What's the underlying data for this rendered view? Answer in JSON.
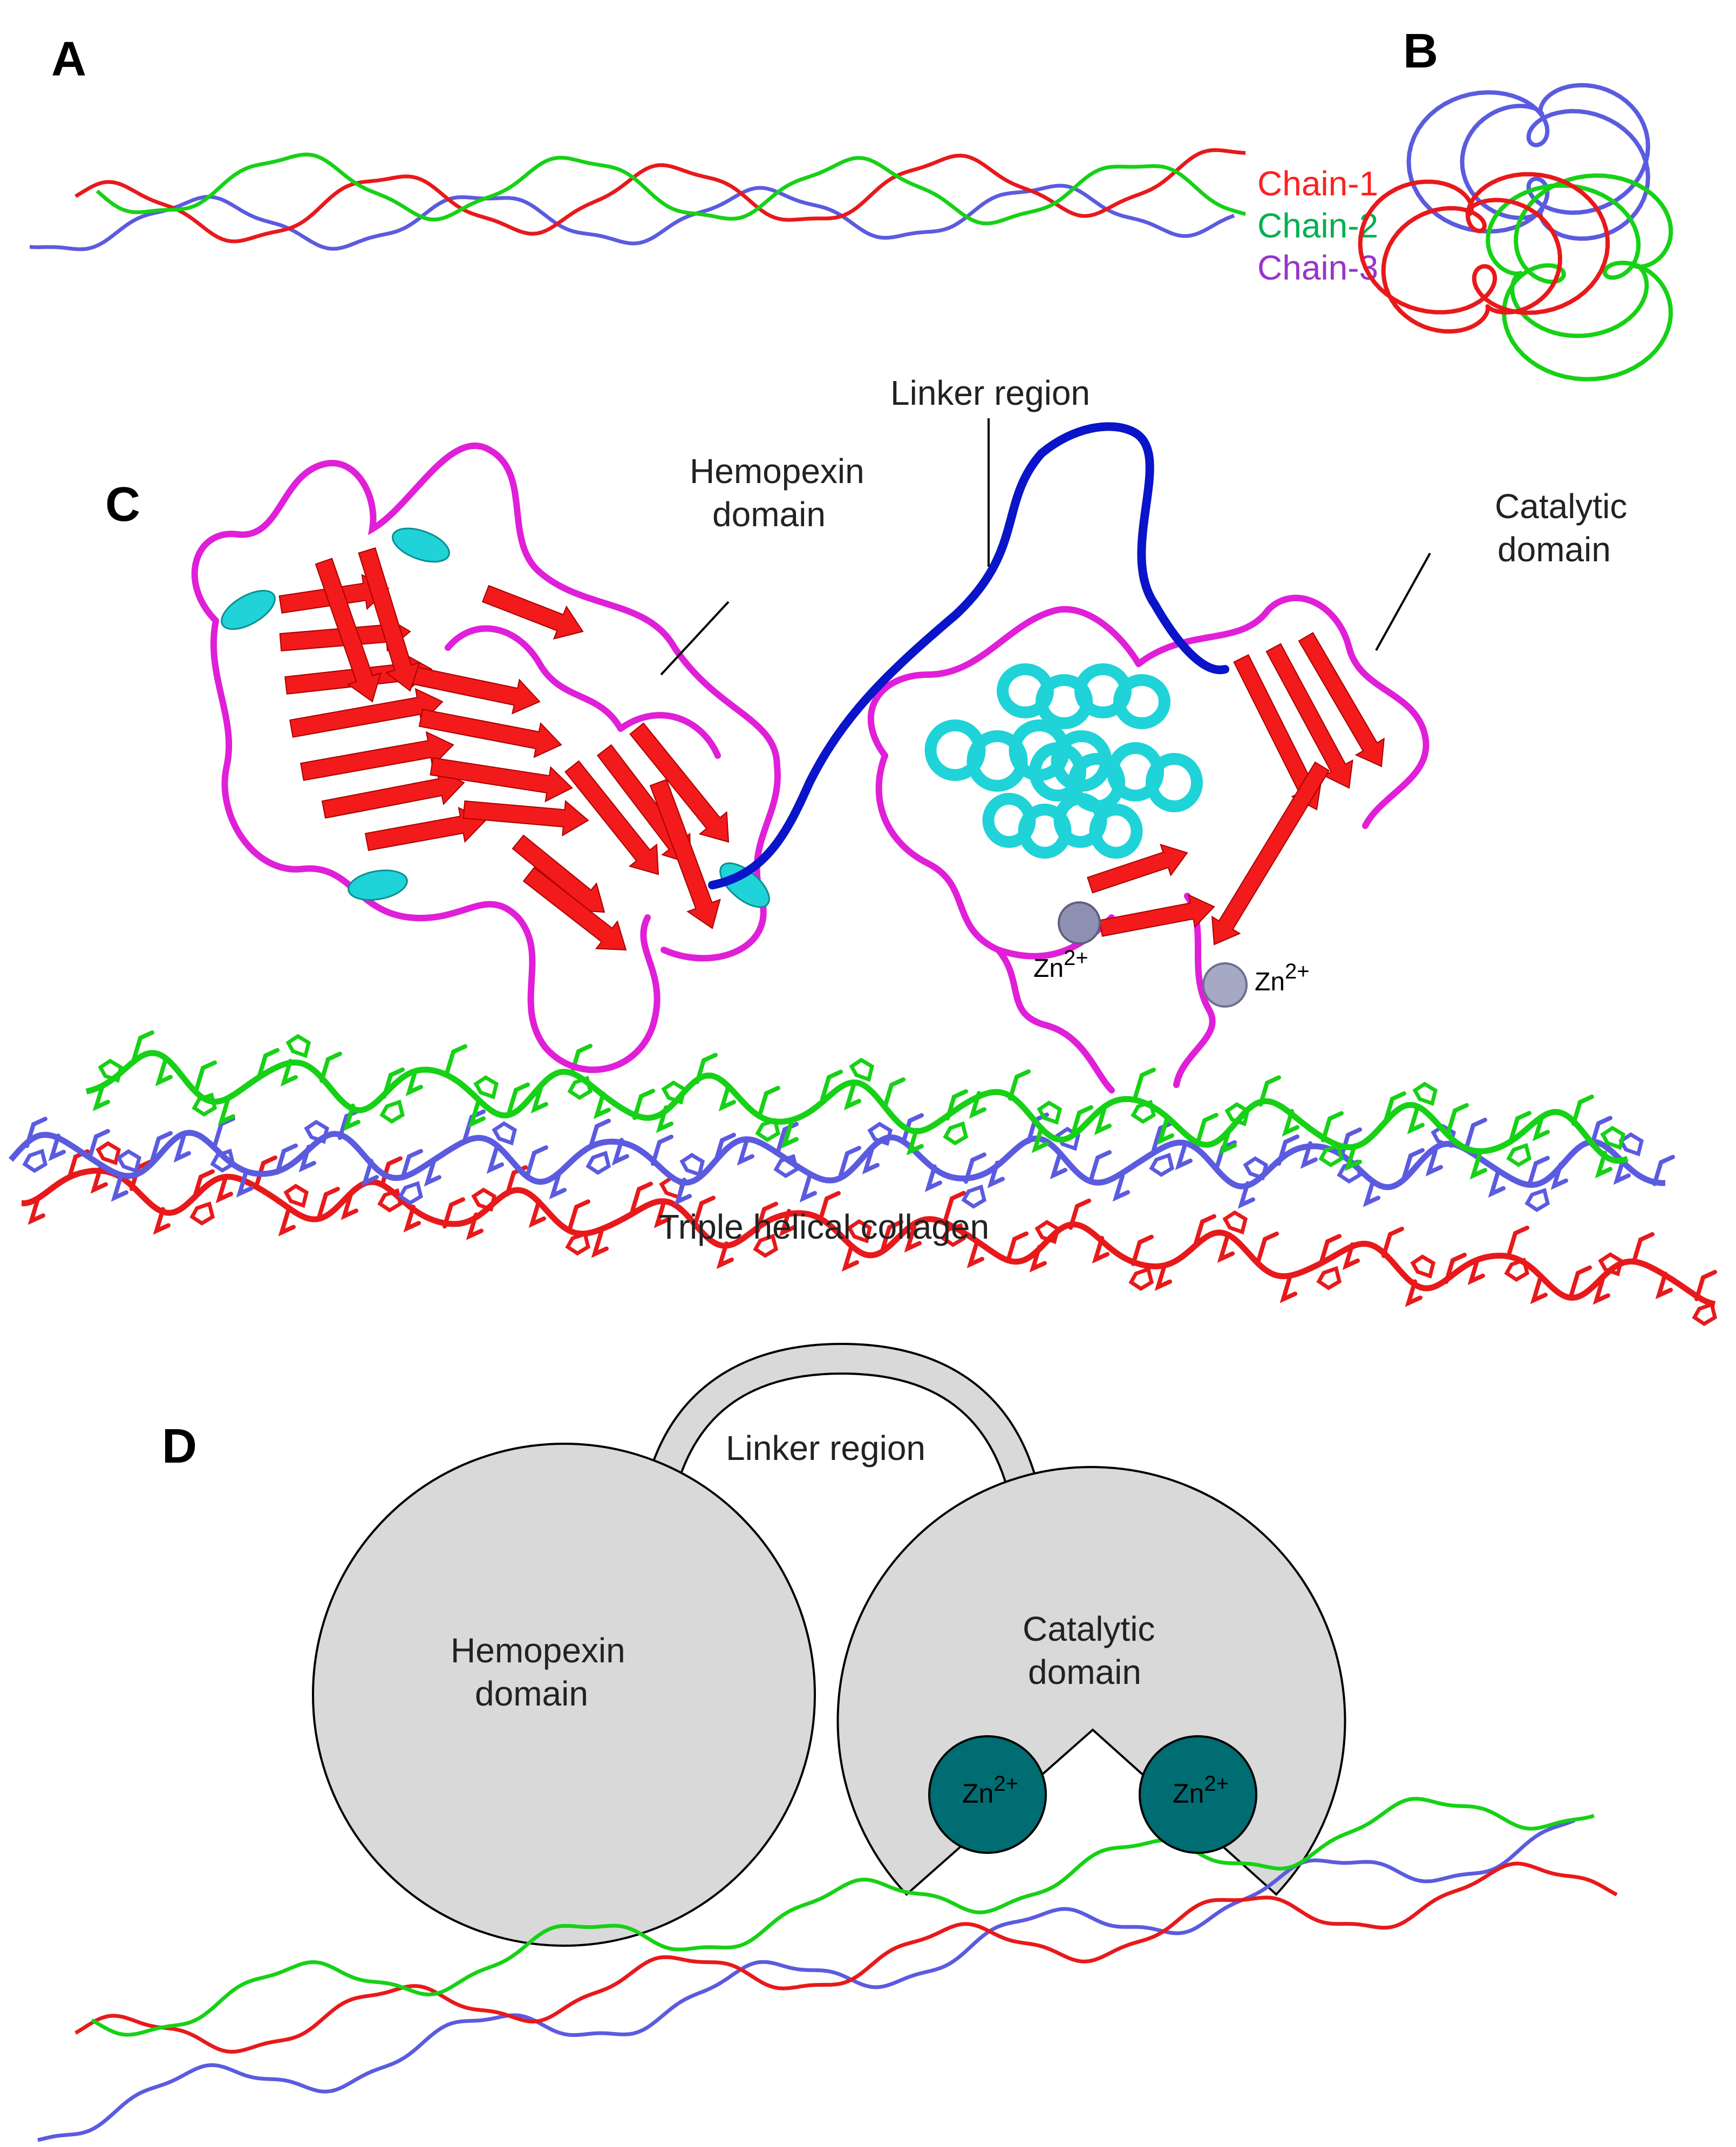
{
  "panels": {
    "a": {
      "letter": "A"
    },
    "b": {
      "letter": "B"
    },
    "c": {
      "letter": "C"
    },
    "d": {
      "letter": "D"
    }
  },
  "legend": [
    {
      "text": "Chain-1",
      "color": "#ff2020"
    },
    {
      "text": "Chain-2",
      "color": "#00b050"
    },
    {
      "text": "Chain-3",
      "color": "#9933cc"
    }
  ],
  "chain_colors": {
    "red": "#e8191b",
    "green": "#16d116",
    "blue": "#5b5be0"
  },
  "structure": {
    "linker_label": "Linker region",
    "hemopexin_label_1": "Hemopexin",
    "hemopexin_label_2": "domain",
    "catalytic_label_1": "Catalytic",
    "catalytic_label_2": "domain",
    "collagen_label": "Triple helical collagen",
    "zn_base": "Zn",
    "zn_charge": "2+",
    "colors": {
      "strand": "#f21a1a",
      "helix": "#1fd3d8",
      "loop": "#e01fd8",
      "linker": "#0a14c8",
      "zinc": "#8d90b0"
    }
  },
  "schematic": {
    "linker_label": "Linker region",
    "hemopexin_label_1": "Hemopexin",
    "hemopexin_label_2": "domain",
    "catalytic_label_1": "Catalytic",
    "catalytic_label_2": "domain",
    "zn_base": "Zn",
    "zn_charge": "2+",
    "colors": {
      "domain_fill": "#d9d9d9",
      "zinc_fill": "#006d73"
    }
  }
}
